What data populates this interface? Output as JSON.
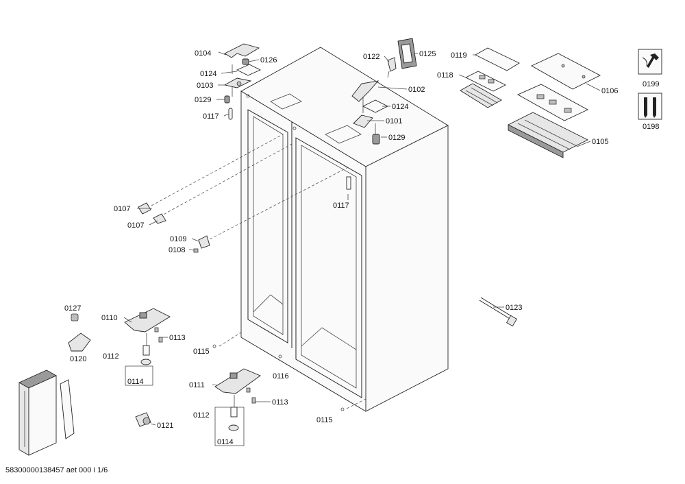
{
  "labels": {
    "p0104": "0104",
    "p0126": "0126",
    "p0124a": "0124",
    "p0103": "0103",
    "p0129a": "0129",
    "p0117a": "0117",
    "p0122": "0122",
    "p0125": "0125",
    "p0102": "0102",
    "p0124b": "0124",
    "p0101": "0101",
    "p0129b": "0129",
    "p0119": "0119",
    "p0118": "0118",
    "p0106": "0106",
    "p0105": "0105",
    "p0199": "0199",
    "p0198": "0198",
    "p0107a": "0107",
    "p0107b": "0107",
    "p0117b": "0117",
    "p0109": "0109",
    "p0108": "0108",
    "p0127": "0127",
    "p0110": "0110",
    "p0113a": "0113",
    "p0112a": "0112",
    "p0115a": "0115",
    "p0120": "0120",
    "p0114a": "0114",
    "p0116": "0116",
    "p0111": "0111",
    "p0113b": "0113",
    "p0112b": "0112",
    "p0121": "0121",
    "p0114b": "0114",
    "p0115b": "0115",
    "p0123": "0123"
  },
  "footer": {
    "doc_id": "58300000138457 aet 000 i 1/6"
  },
  "icons": [
    "wrench-icon",
    "screws-icon"
  ]
}
